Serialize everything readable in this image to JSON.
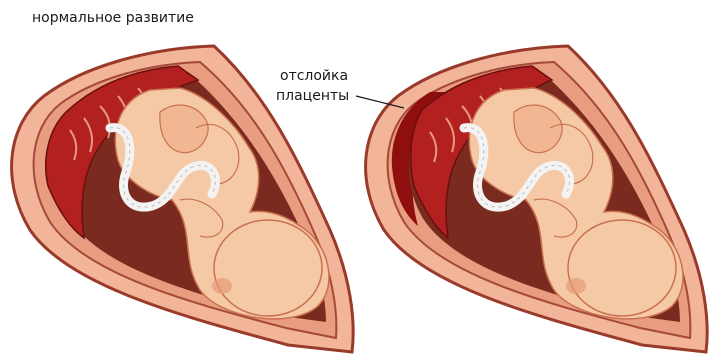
{
  "labels": {
    "normal": "нормальное развитие",
    "abruption_line1": "отслойка",
    "abruption_line2": "плаценты"
  },
  "colors": {
    "uterine_wall": "#f2b59a",
    "uterine_outline": "#9a3a2a",
    "amniotic_inner": "#7a2a1e",
    "fetus_skin": "#f6c9a6",
    "fetus_shadow": "#e59a78",
    "placenta": "#b32020",
    "cord": "#f3f3f3",
    "hematoma": "#8f0f0f"
  },
  "icons": {
    "left_figure": "uterus-normal-pregnancy",
    "right_figure": "uterus-placental-abruption"
  }
}
